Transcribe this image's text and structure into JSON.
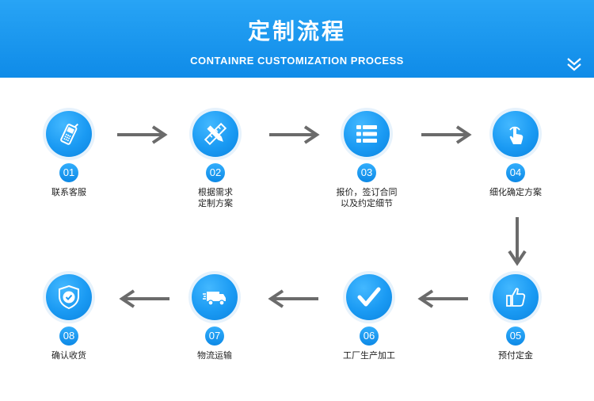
{
  "header": {
    "title": "定制流程",
    "subtitle": "CONTAINRE CUSTOMIZATION PROCESS",
    "chevron_icon": "double-chevron-down-icon"
  },
  "colors": {
    "banner": "#1a9af3",
    "circle": "#1a9af3",
    "arrow": "#6b6b6b",
    "text": "#222222"
  },
  "steps": [
    {
      "num": "01",
      "lines": [
        "联系客服"
      ],
      "icon": "phone-icon"
    },
    {
      "num": "02",
      "lines": [
        "根据需求",
        "定制方案"
      ],
      "icon": "ruler-pencil-icon"
    },
    {
      "num": "03",
      "lines": [
        "报价，签订合同",
        "以及约定细节"
      ],
      "icon": "list-icon"
    },
    {
      "num": "04",
      "lines": [
        "细化确定方案"
      ],
      "icon": "touch-hand-icon"
    },
    {
      "num": "05",
      "lines": [
        "预付定金"
      ],
      "icon": "thumbs-up-icon"
    },
    {
      "num": "06",
      "lines": [
        "工厂生产加工"
      ],
      "icon": "checkmark-icon"
    },
    {
      "num": "07",
      "lines": [
        "物流运输"
      ],
      "icon": "truck-icon"
    },
    {
      "num": "08",
      "lines": [
        "确认收货"
      ],
      "icon": "shield-check-icon"
    }
  ]
}
